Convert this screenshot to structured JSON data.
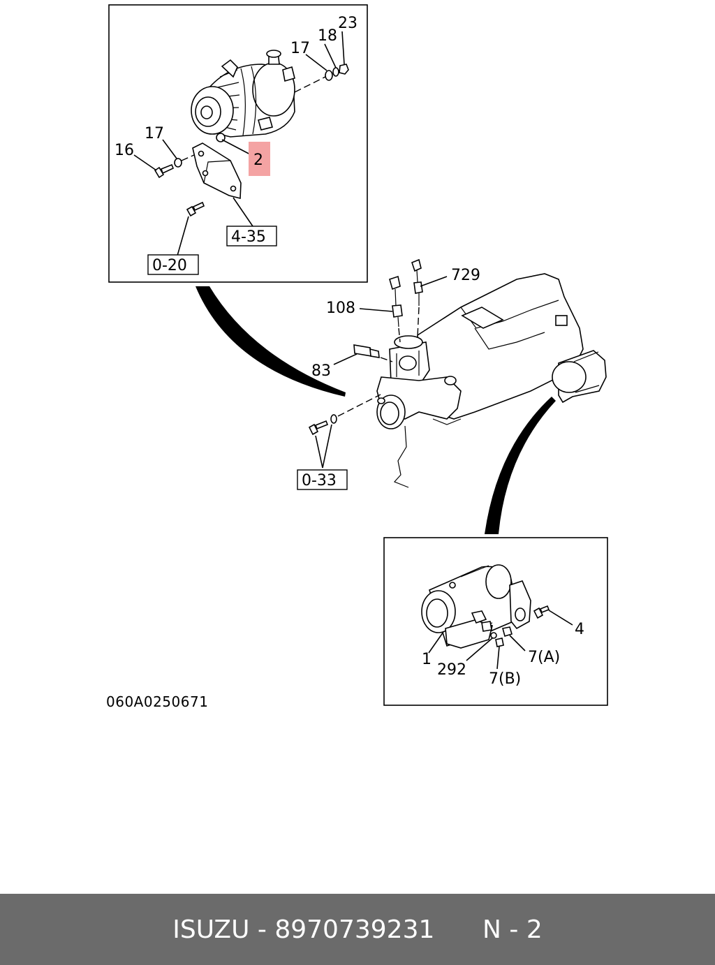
{
  "diagram": {
    "drawing_code": "060A0250671",
    "labels": {
      "p23": "23",
      "p18": "18",
      "p17_top": "17",
      "p17_left": "17",
      "p16": "16",
      "p2": "2",
      "ref_4_35": "4-35",
      "ref_0_20": "0-20",
      "p729": "729",
      "p108": "108",
      "p83": "83",
      "ref_0_33": "0-33",
      "p4": "4",
      "p7a": "7(A)",
      "p1": "1",
      "p292": "292",
      "p7b": "7(B)"
    },
    "highlight_color": "#f4a3a3"
  },
  "footer": {
    "brand": "ISUZU",
    "separator": "-",
    "part_number": "8970739231",
    "page": "N - 2"
  }
}
